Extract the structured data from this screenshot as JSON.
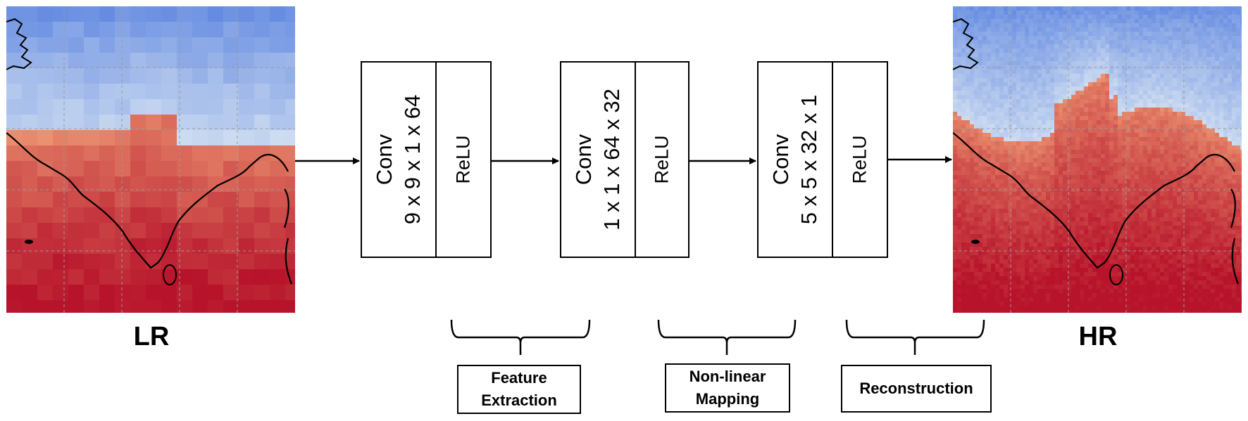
{
  "inputs": {
    "lr_label": "LR",
    "hr_label": "HR"
  },
  "layers": [
    {
      "conv_title": "Conv",
      "conv_size": "9 x 9 x 1 x 64",
      "activation": "ReLU"
    },
    {
      "conv_title": "Conv",
      "conv_size": "1 x 1 x 64 x 32",
      "activation": "ReLU"
    },
    {
      "conv_title": "Conv",
      "conv_size": "5 x 5 x 32 x 1",
      "activation": "ReLU"
    }
  ],
  "stages": [
    {
      "line1": "Feature",
      "line2": "Extraction"
    },
    {
      "line1": "Non-linear",
      "line2": "Mapping"
    },
    {
      "line1": "Reconstruction",
      "line2": ""
    }
  ],
  "colors": {
    "cold": "#6f93e3",
    "cool": "#c7d7f0",
    "warm": "#e6876a",
    "hot": "#b7142b",
    "grid": "#9a9a9a",
    "coast": "#000000"
  }
}
